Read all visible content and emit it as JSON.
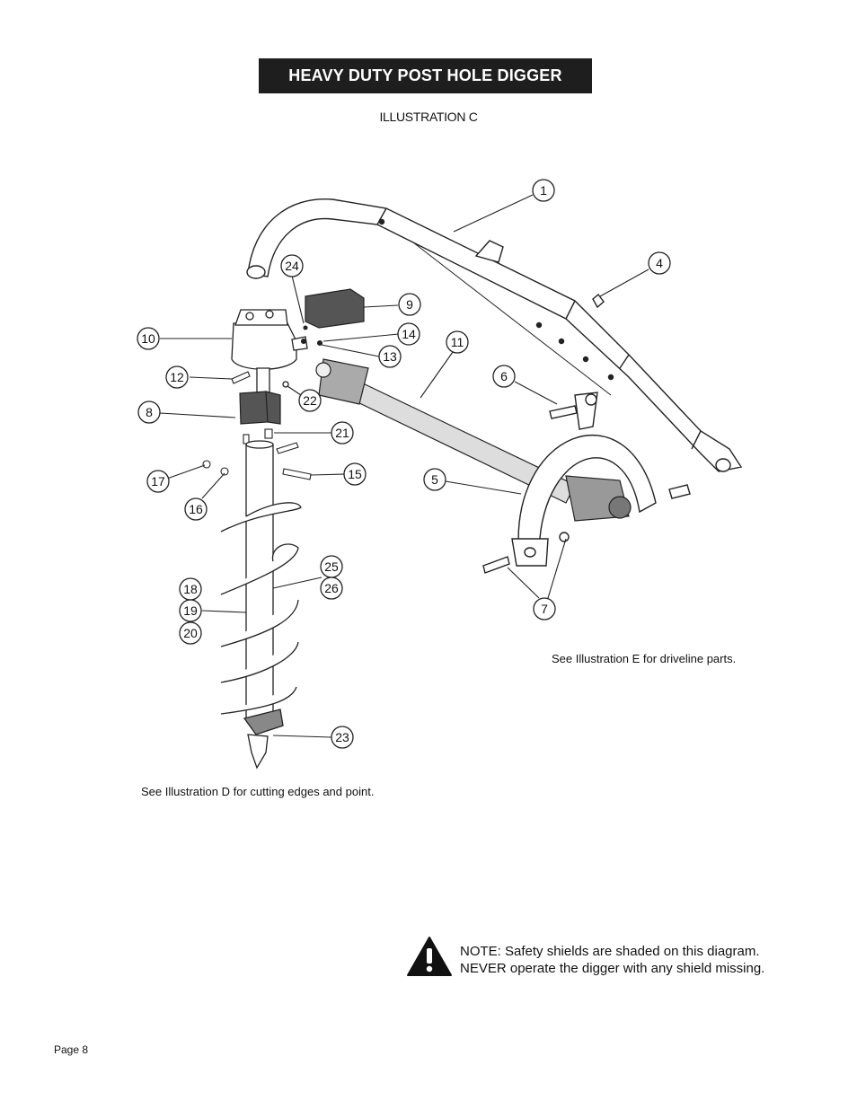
{
  "header": {
    "title": "HEAVY DUTY POST HOLE DIGGER",
    "subtitle": "ILLUSTRATION C"
  },
  "callouts": {
    "c1": "1",
    "c4": "4",
    "c5": "5",
    "c6": "6",
    "c7": "7",
    "c8": "8",
    "c9": "9",
    "c10": "10",
    "c11": "11",
    "c12": "12",
    "c13": "13",
    "c14": "14",
    "c15": "15",
    "c16": "16",
    "c17": "17",
    "c18": "18",
    "c19": "19",
    "c20": "20",
    "c21": "21",
    "c22": "22",
    "c23": "23",
    "c24": "24",
    "c25": "25",
    "c26": "26"
  },
  "notes": {
    "cutting_edges": "See Illustration D for cutting edges and point.",
    "driveline": "See Illustration E for driveline parts.",
    "safety_line1": "NOTE: Safety shields are shaded on this diagram.",
    "safety_line2": "NEVER operate the digger with any shield missing."
  },
  "footer": {
    "page": "Page 8"
  },
  "colors": {
    "title_bg": "#1e1e1e",
    "shield_shade": "#555555",
    "line": "#222222"
  }
}
